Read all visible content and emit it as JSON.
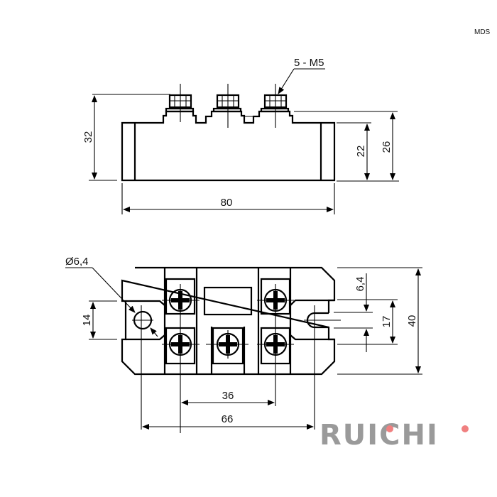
{
  "corner_label": "MDS",
  "side_view": {
    "thread_note": "5 - M5",
    "dims": {
      "total_height": "32",
      "body_height": "22",
      "shoulder_height": "26",
      "length": "80"
    }
  },
  "top_view": {
    "hole_diameter": "Ø6,4",
    "dims": {
      "hole_pitch_vertical": "14",
      "slot_width": "6,4",
      "terminal_pitch_vertical": "17",
      "width": "40",
      "terminal_pitch": "36",
      "mount_pitch": "66"
    }
  },
  "logo": {
    "text": "RUICHI",
    "dot_color": "#f08080",
    "text_color": "#9a9a9a"
  }
}
